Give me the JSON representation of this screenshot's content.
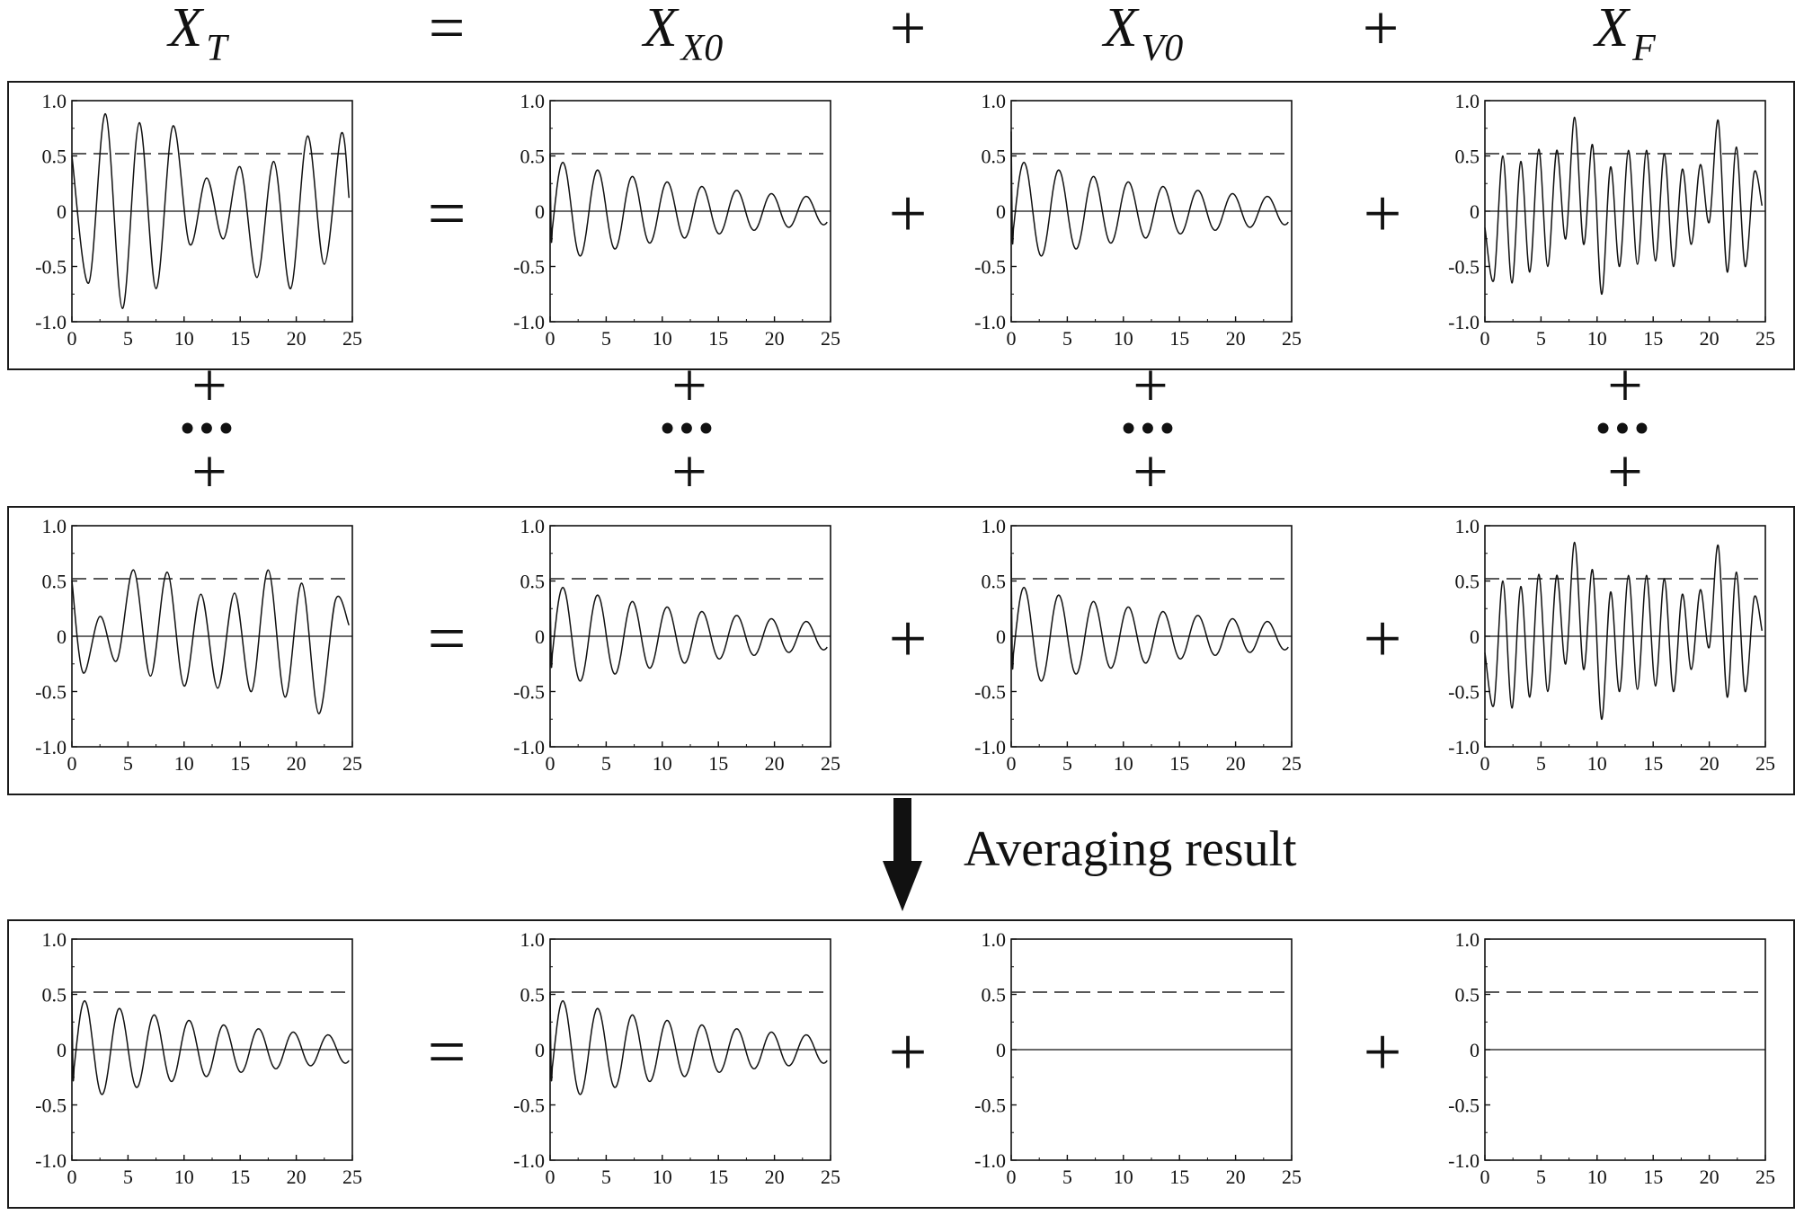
{
  "headers": {
    "xt": {
      "main": "X",
      "sub": "T"
    },
    "xx0": {
      "main": "X",
      "sub": "X0"
    },
    "xv0": {
      "main": "X",
      "sub": "V0"
    },
    "xf": {
      "main": "X",
      "sub": "F"
    }
  },
  "operators": {
    "equals": "=",
    "plus": "+",
    "ellipsis": "•••"
  },
  "averaging_label": "Averaging result",
  "axis": {
    "x_ticks": [
      0,
      5,
      10,
      15,
      20,
      25
    ],
    "y_ticks": [
      1.0,
      0.5,
      0,
      -0.5,
      -1.0
    ],
    "y_tick_labels": [
      "1.0",
      "0.5",
      "0",
      "-0.5",
      "-1.0"
    ],
    "xlim": [
      0,
      25
    ],
    "ylim": [
      -1.0,
      1.0
    ],
    "threshold": 0.52
  },
  "chart_data": [
    {
      "type": "line",
      "row": 1,
      "col": "X_T",
      "x": [
        0,
        1.5,
        3,
        4.5,
        6,
        7.5,
        9,
        10.5,
        12,
        13.5,
        15,
        16.5,
        18,
        19.5,
        21,
        22.5,
        24,
        24.7
      ],
      "y": [
        0.5,
        -0.65,
        0.88,
        -0.88,
        0.8,
        -0.7,
        0.77,
        -0.3,
        0.3,
        -0.25,
        0.4,
        -0.6,
        0.45,
        -0.7,
        0.68,
        -0.48,
        0.7,
        0.12
      ]
    },
    {
      "type": "line",
      "row": 1,
      "col": "X_X0",
      "damped": true,
      "y0": 0.52,
      "amp": 0.47,
      "decay": 0.055,
      "period": 3.1
    },
    {
      "type": "line",
      "row": 1,
      "col": "X_V0",
      "damped": true,
      "y0": 0.72,
      "amp": 0.47,
      "decay": 0.055,
      "period": 3.1
    },
    {
      "type": "line",
      "row": 1,
      "col": "X_F",
      "x": [
        0,
        0.8,
        1.6,
        2.4,
        3.2,
        4,
        4.8,
        5.6,
        6.4,
        7.2,
        8,
        8.8,
        9.6,
        10.4,
        11.2,
        12,
        12.8,
        13.6,
        14.4,
        15.2,
        16,
        16.8,
        17.6,
        18.4,
        19.2,
        20,
        20.8,
        21.6,
        22.4,
        23.2,
        24,
        24.7
      ],
      "y": [
        -0.15,
        -0.62,
        0.5,
        -0.65,
        0.45,
        -0.55,
        0.56,
        -0.5,
        0.55,
        -0.25,
        0.85,
        -0.3,
        0.6,
        -0.75,
        0.4,
        -0.5,
        0.55,
        -0.48,
        0.55,
        -0.45,
        0.52,
        -0.5,
        0.38,
        -0.3,
        0.42,
        -0.1,
        0.82,
        -0.55,
        0.58,
        -0.5,
        0.35,
        0.05
      ]
    },
    {
      "type": "line",
      "row": 2,
      "col": "X_T",
      "x": [
        0,
        1,
        2.5,
        4,
        5.5,
        7,
        8.5,
        10,
        11.5,
        13,
        14.5,
        16,
        17.5,
        19,
        20.5,
        22,
        23.5,
        24.7
      ],
      "y": [
        0.5,
        -0.33,
        0.18,
        -0.22,
        0.6,
        -0.36,
        0.58,
        -0.45,
        0.38,
        -0.47,
        0.39,
        -0.5,
        0.6,
        -0.55,
        0.48,
        -0.7,
        0.33,
        0.1
      ]
    },
    {
      "type": "line",
      "row": 2,
      "col": "X_X0",
      "damped": true,
      "y0": 0.52,
      "amp": 0.47,
      "decay": 0.055,
      "period": 3.1
    },
    {
      "type": "line",
      "row": 2,
      "col": "X_V0",
      "damped": true,
      "y0": 0.72,
      "amp": 0.47,
      "decay": 0.055,
      "period": 3.1
    },
    {
      "type": "line",
      "row": 2,
      "col": "X_F",
      "x": [
        0,
        0.8,
        1.6,
        2.4,
        3.2,
        4,
        4.8,
        5.6,
        6.4,
        7.2,
        8,
        8.8,
        9.6,
        10.4,
        11.2,
        12,
        12.8,
        13.6,
        14.4,
        15.2,
        16,
        16.8,
        17.6,
        18.4,
        19.2,
        20,
        20.8,
        21.6,
        22.4,
        23.2,
        24,
        24.7
      ],
      "y": [
        -0.15,
        -0.62,
        0.5,
        -0.65,
        0.45,
        -0.55,
        0.56,
        -0.5,
        0.55,
        -0.25,
        0.85,
        -0.3,
        0.6,
        -0.75,
        0.4,
        -0.5,
        0.55,
        -0.48,
        0.55,
        -0.45,
        0.52,
        -0.5,
        0.38,
        -0.3,
        0.42,
        -0.1,
        0.82,
        -0.55,
        0.58,
        -0.5,
        0.35,
        0.05
      ]
    },
    {
      "type": "line",
      "row": 3,
      "col": "X_T",
      "damped": true,
      "y0": 0.52,
      "amp": 0.47,
      "decay": 0.055,
      "period": 3.1
    },
    {
      "type": "line",
      "row": 3,
      "col": "X_X0",
      "damped": true,
      "y0": 0.52,
      "amp": 0.47,
      "decay": 0.055,
      "period": 3.1
    },
    {
      "type": "line",
      "row": 3,
      "col": "X_V0",
      "flat": true,
      "y": 0
    },
    {
      "type": "line",
      "row": 3,
      "col": "X_F",
      "flat": true,
      "y": 0
    }
  ]
}
